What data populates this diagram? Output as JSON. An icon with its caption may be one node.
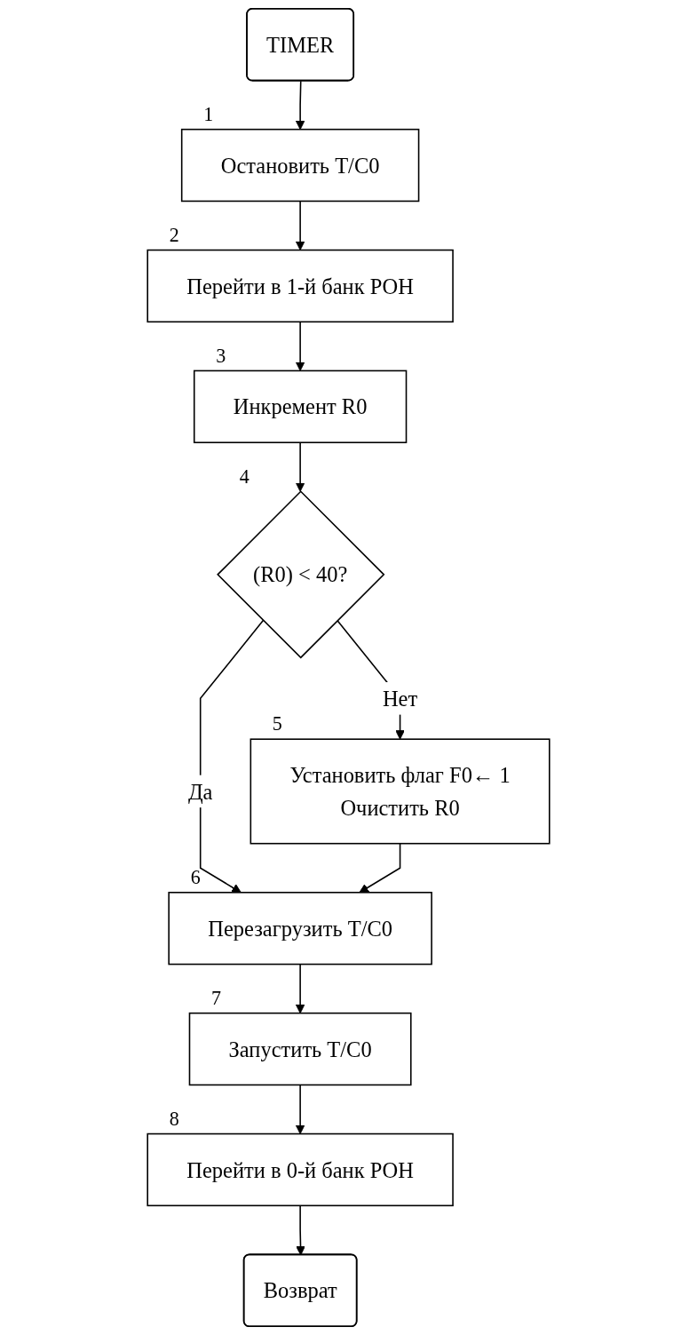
{
  "diagram": {
    "nodes": [
      {
        "text": [
          "TIMER"
        ]
      },
      {
        "text": [
          "Остановить T/C0"
        ],
        "beside": [
          "1"
        ]
      },
      {
        "text": [
          "Перейти в 1-й банк РОН"
        ],
        "beside": [
          "2"
        ]
      },
      {
        "text": [
          "Инкремент R0"
        ],
        "beside": [
          "3"
        ]
      },
      {
        "text": [
          "(R0) < 40?"
        ],
        "beside": [
          "4"
        ]
      },
      {
        "text": [
          "Установить флаг F0← 1",
          "Очистить R0"
        ],
        "beside": [
          "5"
        ]
      },
      {
        "text": [
          "Перезагрузить T/C0"
        ],
        "beside": [
          "6"
        ]
      },
      {
        "text": [
          "Запустить T/C0"
        ],
        "beside": [
          "7"
        ]
      },
      {
        "text": [
          "Перейти в 0-й банк РОН"
        ],
        "beside": [
          "8"
        ]
      },
      {
        "text": [
          "Возврат"
        ]
      }
    ],
    "edges": [
      {
        "from": 0,
        "to": 1,
        "arrow": "to"
      },
      {
        "from": 1,
        "to": 2,
        "arrow": "to"
      },
      {
        "from": 2,
        "to": 3,
        "arrow": "to"
      },
      {
        "from": 3,
        "to": 4,
        "arrow": "to"
      },
      {
        "from": 4,
        "to": 5,
        "arrow": "to",
        "label": "Нет"
      },
      {
        "from": 4,
        "to": 6,
        "arrow": "to",
        "label": "Да"
      },
      {
        "from": 5,
        "to": 6,
        "arrow": "to"
      },
      {
        "from": 6,
        "to": 7,
        "arrow": "to"
      },
      {
        "from": 7,
        "to": 8,
        "arrow": "to"
      },
      {
        "from": 8,
        "to": 9,
        "arrow": "to"
      }
    ]
  }
}
